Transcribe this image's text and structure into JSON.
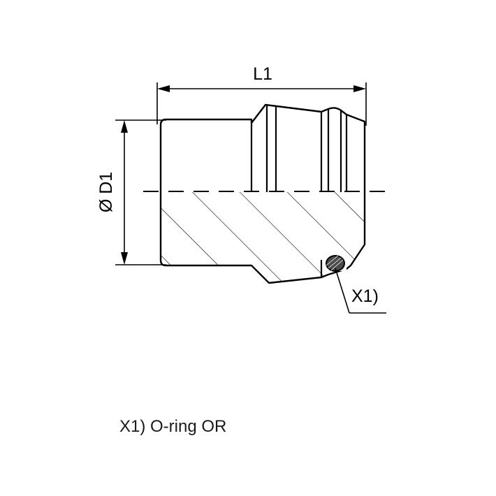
{
  "labels": {
    "length": "L1",
    "diameter": "Ø D1",
    "callout": "X1)",
    "footnote": "X1) O-ring OR"
  },
  "colors": {
    "line": "#000000",
    "background": "#ffffff"
  }
}
